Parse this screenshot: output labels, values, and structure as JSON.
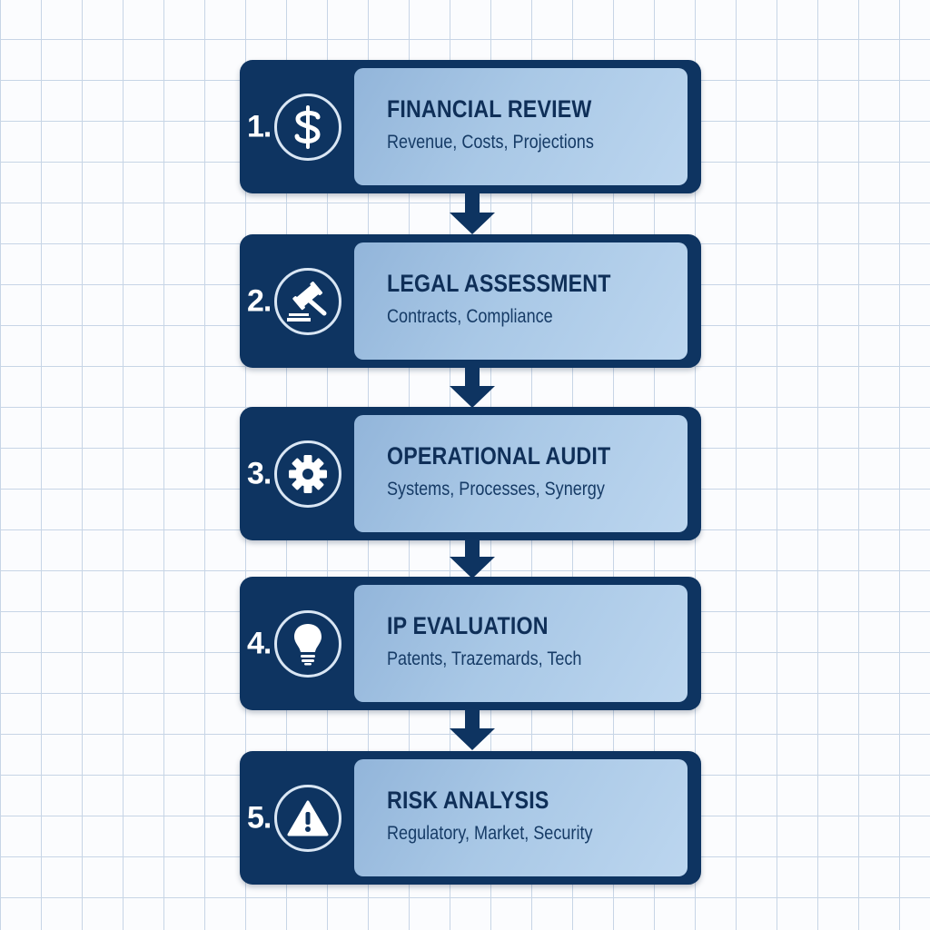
{
  "steps": [
    {
      "number": "1.",
      "title": "FINANCIAL REVIEW",
      "subtitle": "Revenue, Costs, Projections",
      "icon": "dollar-icon"
    },
    {
      "number": "2.",
      "title": "LEGAL ASSESSMENT",
      "subtitle": "Contracts, Compliance",
      "icon": "gavel-icon"
    },
    {
      "number": "3.",
      "title": "OPERATIONAL AUDIT",
      "subtitle": "Systems, Processes, Synergy",
      "icon": "gear-icon"
    },
    {
      "number": "4.",
      "title": "IP EVALUATION",
      "subtitle": "Patents, Trazemards, Tech",
      "icon": "lightbulb-icon"
    },
    {
      "number": "5.",
      "title": "RISK ANALYSIS",
      "subtitle": "Regulatory, Market, Security",
      "icon": "warning-icon"
    }
  ],
  "colors": {
    "box": "#0e3461",
    "panel_start": "#92b5da",
    "panel_end": "#bcd6ef",
    "text": "#0f2f58",
    "grid": "#c7d5e6"
  }
}
